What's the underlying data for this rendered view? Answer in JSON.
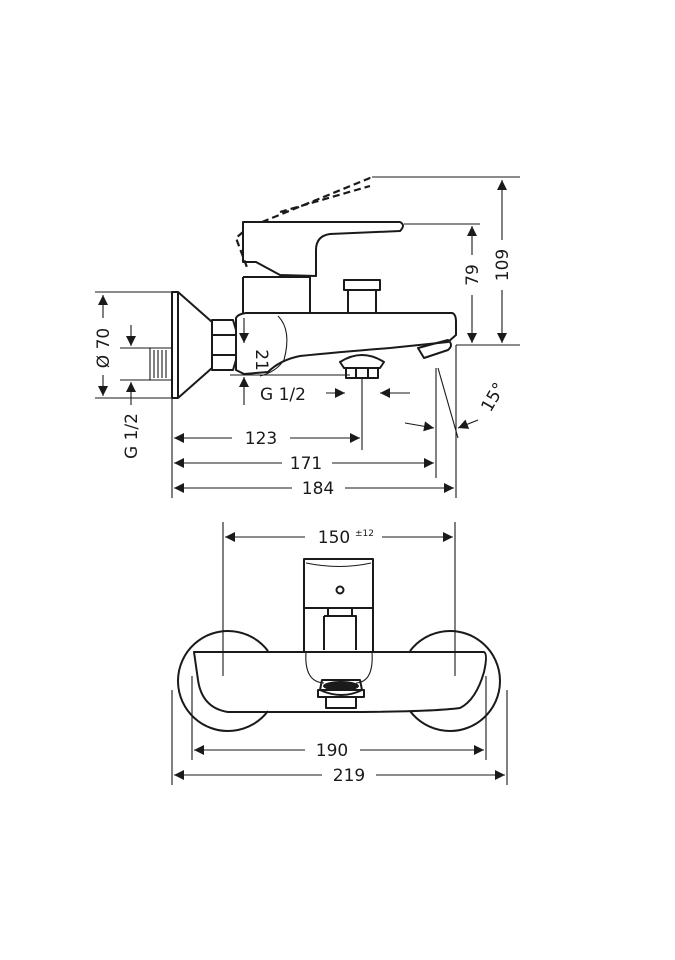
{
  "side_view": {
    "dims": {
      "height_total": "109",
      "height_handle": "79",
      "flange_diameter": "Ø 70",
      "inlet_thread": "G 1/2",
      "spout_offset": "21",
      "outlet_thread": "G 1/2",
      "angle": "15°",
      "to_outlet": "123",
      "to_spout": "171",
      "overall_depth": "184"
    }
  },
  "front_view": {
    "dims": {
      "centers": "150",
      "centers_tolerance": "±12",
      "body_width": "190",
      "overall_width": "219"
    }
  }
}
